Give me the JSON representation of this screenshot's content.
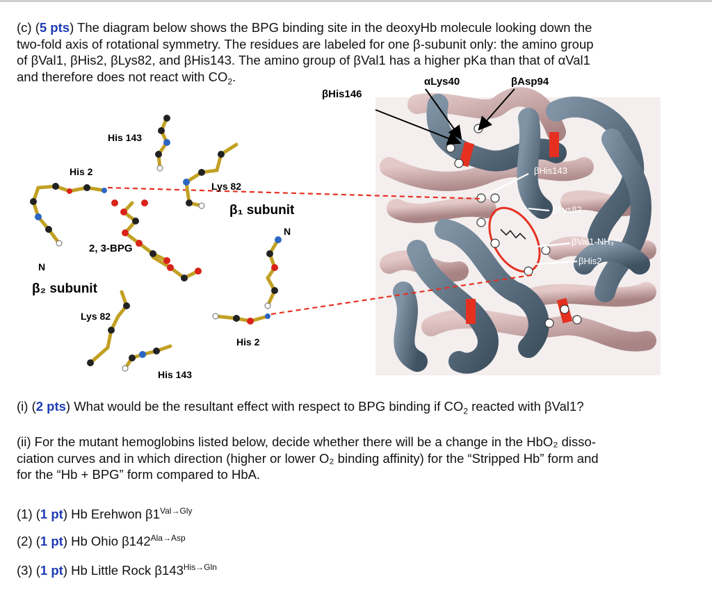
{
  "intro": {
    "part": "(c) (",
    "pts": "5 pts",
    "text_l1": ") The diagram below shows the BPG binding site in the deoxyHb molecule looking down the",
    "text_l2": "two-fold axis of rotational symmetry. The residues are labeled for one β-subunit only: the amino group",
    "text_l3": "of βVal1, βHis2, βLys82, and βHis143. The amino group of βVal1 has a higher pKa than that of αVal1",
    "text_l4a": "and therefore does not react with CO",
    "text_l4_sub": "2",
    "text_l4b": "."
  },
  "left_diagram": {
    "his143_top": "His 143",
    "his2_left": "His 2",
    "lys82_top": "Lys 82",
    "b1_subunit": "β₁ subunit",
    "n_right": "N",
    "bpg": "2, 3-BPG",
    "n_left": "N",
    "b2_subunit": "β₂ subunit",
    "lys82_bottom": "Lys 82",
    "his2_bottom": "His 2",
    "his143_bottom": "His 143"
  },
  "right_diagram": {
    "bhis146": "βHis146",
    "alys40": "αLys40",
    "basp94": "βAsp94",
    "bhis143": "βHis143",
    "blys82": "βLys82",
    "bval1": "βVal1-NH₃⁺",
    "bhis2": "βHis2"
  },
  "question_i": {
    "prefix": "(i) (",
    "pts": "2 pts",
    "text_a": ") What would be the resultant effect with respect to BPG binding if CO",
    "sub": "2",
    "text_b": " reacted with βVal1?"
  },
  "question_ii": {
    "l1": "(ii) For the mutant hemoglobins listed below, decide whether there will be a change in the HbO₂ disso-",
    "l2": "ciation curves and in which direction (higher or lower O₂ binding affinity) for the “Stripped Hb” form and",
    "l3": "for the “Hb  + BPG” form compared to HbA."
  },
  "items": [
    {
      "prefix": "(1) (",
      "pts": "1 pt",
      "mid": ")  Hb Erehwon β1",
      "sup": "Val→Gly"
    },
    {
      "prefix": "(2)  (",
      "pts": "1 pt",
      "mid": ")  Hb Ohio β142",
      "sup": "Ala→Asp"
    },
    {
      "prefix": "(3) (",
      "pts": "1 pt",
      "mid": ") Hb Little Rock β143",
      "sup": "His→Gln"
    }
  ],
  "colors": {
    "pts": "#1f3bb3",
    "tube_dark": "#5b6f80",
    "tube_light": "#c9a6a6",
    "highlight": "#e53020"
  }
}
